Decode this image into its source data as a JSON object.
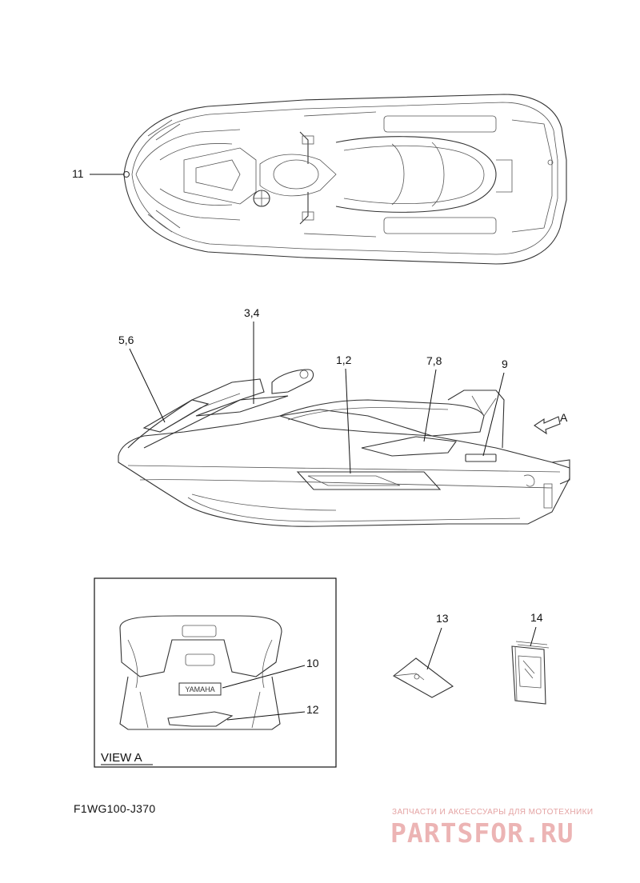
{
  "callouts": {
    "c11": "11",
    "c34": "3,4",
    "c56": "5,6",
    "c12": "1,2",
    "c78": "7,8",
    "c9": "9",
    "cA": "A",
    "c10": "10",
    "c12b": "12",
    "c13": "13",
    "c14": "14"
  },
  "view_label": "VIEW A",
  "diagram_code": "F1WG100-J370",
  "watermark": {
    "tagline": "ЗАПЧАСТИ И АКСЕССУАРЫ ДЛЯ МОТОТЕХНИКИ",
    "brand": "PARTSFOR.RU"
  },
  "decal_text": {
    "yamaha": "YAMAHA"
  }
}
